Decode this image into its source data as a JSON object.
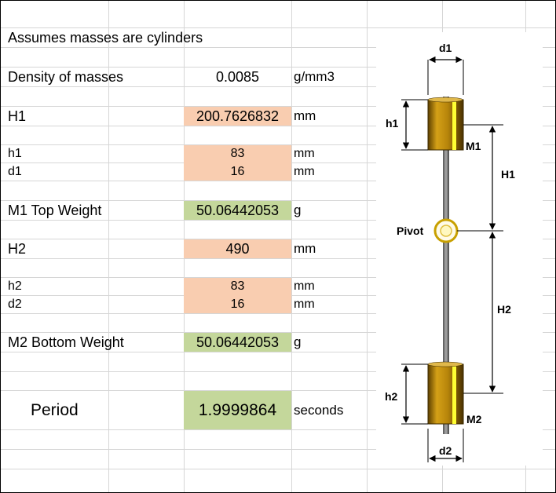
{
  "sheet": {
    "title_note": "Assumes masses are cylinders",
    "density": {
      "label": "Density of masses",
      "value": "0.0085",
      "unit": "g/mm3"
    },
    "H1": {
      "label": "H1",
      "value": "200.7626832",
      "unit": "mm"
    },
    "h1": {
      "label": "h1",
      "value": "83",
      "unit": "mm"
    },
    "d1": {
      "label": "d1",
      "value": "16",
      "unit": "mm"
    },
    "m1": {
      "label": "M1 Top Weight",
      "value": "50.06442053",
      "unit": "g"
    },
    "H2": {
      "label": "H2",
      "value": "490",
      "unit": "mm"
    },
    "h2": {
      "label": "h2",
      "value": "83",
      "unit": "mm"
    },
    "d2": {
      "label": "d2",
      "value": "16",
      "unit": "mm"
    },
    "m2": {
      "label": "M2 Bottom Weight",
      "value": "50.06442053",
      "unit": "g"
    },
    "period": {
      "label": "Period",
      "value": "1.9999864",
      "unit": "seconds"
    }
  },
  "diagram": {
    "d1": "d1",
    "h1": "h1",
    "M1": "M1",
    "H1": "H1",
    "pivot": "Pivot",
    "H2": "H2",
    "h2": "h2",
    "M2": "M2",
    "d2": "d2"
  },
  "colors": {
    "input_fill": "#f9cdb0",
    "output_fill": "#c4d79b",
    "mass_gold": "#b8860b",
    "mass_stripe": "#ffff33"
  }
}
